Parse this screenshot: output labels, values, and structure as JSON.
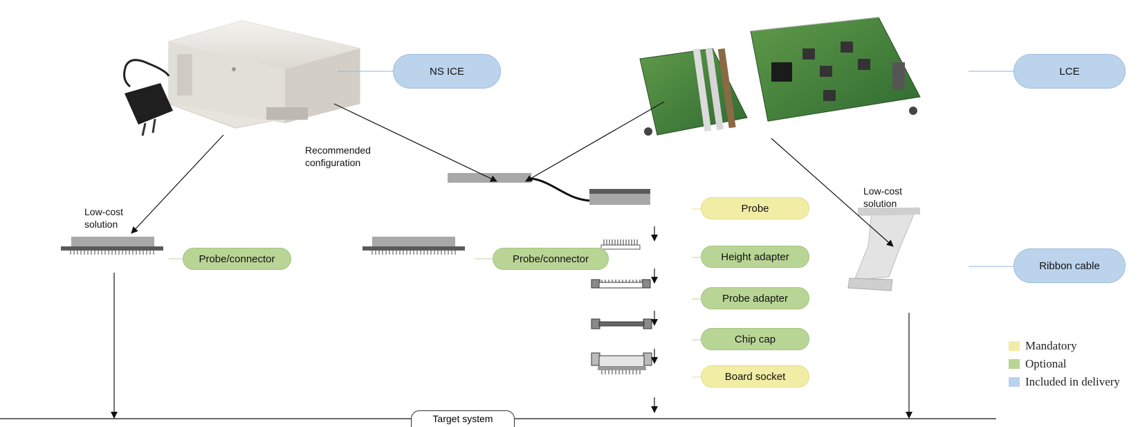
{
  "devices": {
    "ns_ice": "NS ICE",
    "lce": "LCE"
  },
  "labels": {
    "probe": "Probe",
    "height_adapter": "Height adapter",
    "probe_adapter": "Probe adapter",
    "chip_cap": "Chip cap",
    "board_socket": "Board socket",
    "probe_connector_left": "Probe/connector",
    "probe_connector_mid": "Probe/connector",
    "ribbon_cable": "Ribbon cable"
  },
  "notes": {
    "recommended_line1": "Recommended",
    "recommended_line2": "configuration",
    "lowcost_left_line1": "Low-cost",
    "lowcost_left_line2": "solution",
    "lowcost_right_line1": "Low-cost",
    "lowcost_right_line2": "solution"
  },
  "target_system": "Target system",
  "legend": [
    {
      "label": "Mandatory",
      "color": "#f2eda5"
    },
    {
      "label": "Optional",
      "color": "#b9d596"
    },
    {
      "label": "Included in delivery",
      "color": "#bcd3ec"
    }
  ],
  "colors": {
    "mandatory": "#f2eda5",
    "optional": "#b9d596",
    "included": "#bcd3ec",
    "connector_line": "#8fb6d9"
  }
}
